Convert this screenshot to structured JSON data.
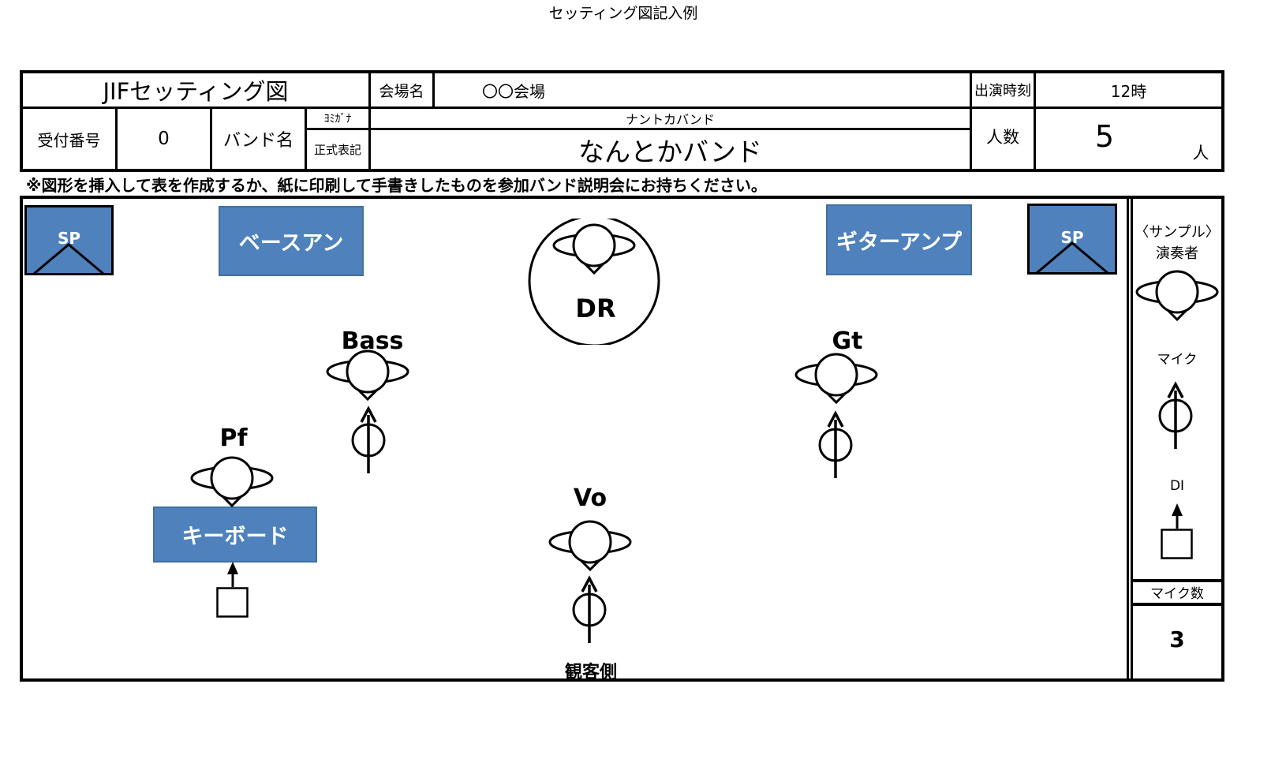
{
  "page_title": "セッティング図記入例",
  "header": {
    "title": "JIFセッティング図",
    "venue_label": "会場名",
    "venue_value": "〇〇会場",
    "time_label": "出演時刻",
    "time_value": "12時",
    "reception_label": "受付番号",
    "reception_value": "0",
    "band_label": "バンド名",
    "yomigana_label": "ﾖﾐｶﾞﾅ",
    "yomigana_value": "ナントカバンド",
    "official_label": "正式表記",
    "official_value": "なんとかバンド",
    "members_label": "人数",
    "members_value": "5",
    "members_unit": "人"
  },
  "instruction": "※図形を挿入して表を作成するか、紙に印刷して手書きしたものを参加バンド説明会にお持ちください。",
  "stage": {
    "sp_left": "SP",
    "sp_right": "SP",
    "bass_amp": "ベースアン",
    "guitar_amp": "ギターアンプ",
    "keyboard": "キーボード",
    "drums": "DR",
    "bass": "Bass",
    "guitar": "Gt",
    "piano": "Pf",
    "vocal": "Vo",
    "audience_side": "観客側"
  },
  "legend": {
    "sample_label": "〈サンプル〉",
    "performer_label": "演奏者",
    "mic_label": "マイク",
    "di_label": "DI",
    "mic_count_label": "マイク数",
    "mic_count_value": "3"
  }
}
